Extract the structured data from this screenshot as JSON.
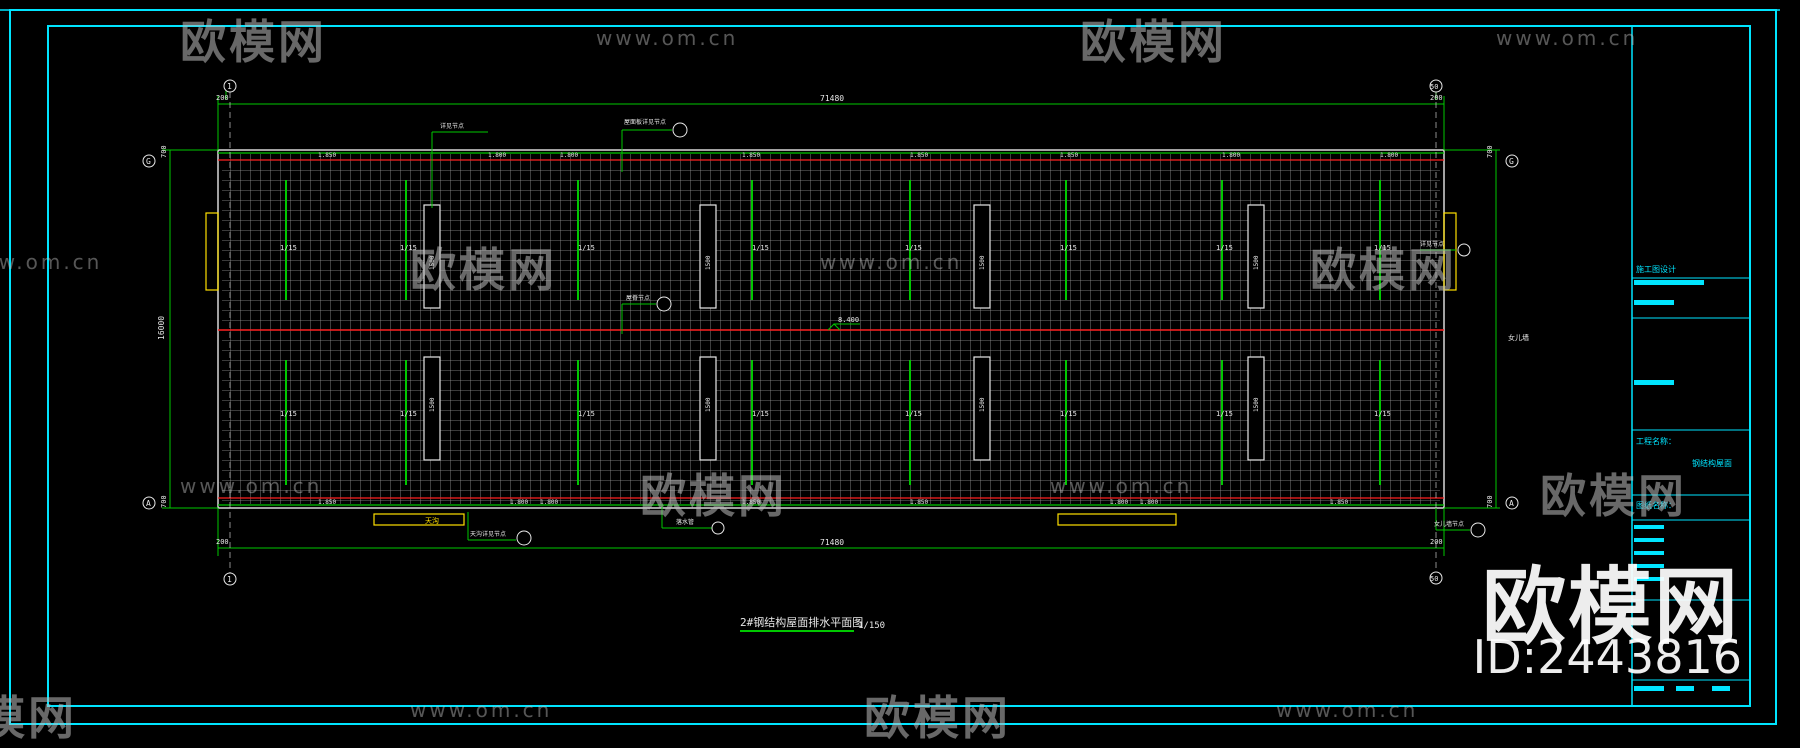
{
  "drawing": {
    "title": "2#钢结构屋面排水平面图",
    "scale": "1/150",
    "overall_dimension_top": "71480",
    "overall_dimension_bottom": "71480",
    "overall_dimension_left": "16000",
    "edge_dim_top_left": "200",
    "edge_dim_top_right": "200",
    "edge_dim_bottom_left": "200",
    "edge_dim_bottom_right": "200",
    "edge_dim_left_top": "700",
    "edge_dim_left_bottom": "700",
    "edge_dim_right_top": "700",
    "edge_dim_right_bottom": "700",
    "grid_left": "1",
    "grid_right": "50",
    "grid_top": "G",
    "grid_bottom": "A",
    "ridge_elevation": "8.400",
    "right_side_note": "女儿墙",
    "panel_widths_top": [
      "1.850",
      "1.800",
      "1.800",
      "1.850",
      "1.850",
      "1.850",
      "1.800",
      "1.800"
    ],
    "panel_widths_bottom": [
      "1.850",
      "1.800",
      "1.800",
      "1.850",
      "1.850",
      "1.800",
      "1.800",
      "1.850"
    ],
    "slope_top": [
      "1/15",
      "1/15",
      "1/15",
      "1/15",
      "1/15",
      "1/15",
      "1/15",
      "1/15"
    ],
    "slope_bottom": [
      "1/15",
      "1/15",
      "1/15",
      "1/15",
      "1/15",
      "1/15",
      "1/15",
      "1/15"
    ],
    "gutter_dims": [
      "1500",
      "1500",
      "1500",
      "1500",
      "1500",
      "1500",
      "1500",
      "1500"
    ],
    "callout_top_left": "详见节点",
    "callout_top_mid": "屋面板详见节点",
    "callout_center": "屋脊节点",
    "callout_bottom_left": "天沟详见节点",
    "callout_bottom_mid": "落水管",
    "callout_bottom_right": "女儿墙节点",
    "callout_right": "详见节点",
    "bottom_box_label": "天沟"
  },
  "title_block": {
    "project_label": "施工图设计",
    "drawing_name_label": "工程名称：",
    "drawing_name_value": "钢结构屋面",
    "sheet_label": "图纸名称："
  },
  "watermarks": {
    "brand": "欧模网",
    "url": "www.om.cn",
    "id": "ID:2443816"
  },
  "colors": {
    "frame": "#00e5ff",
    "roof_grid": "#a0a0a0",
    "green_line": "#00c800",
    "red_line": "#ff2020",
    "yellow_line": "#ffe000",
    "dimension_text": "#e8e8e8",
    "background": "#000000"
  }
}
